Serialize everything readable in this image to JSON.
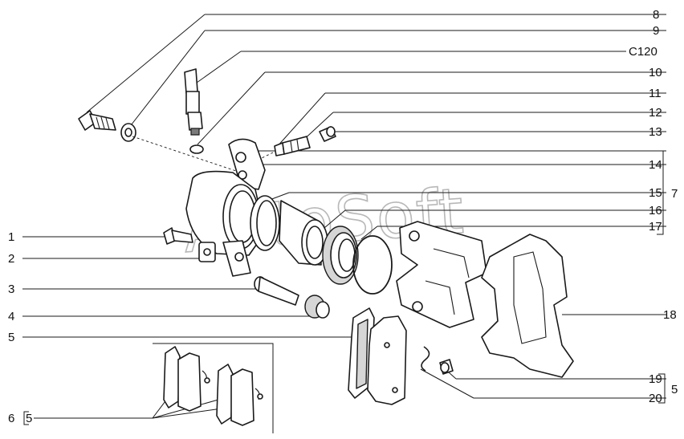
{
  "watermark": "AutoSoft",
  "callouts": {
    "c1": "1",
    "c2": "2",
    "c3": "3",
    "c4": "4",
    "c5": "5",
    "c6": "6",
    "c6sub": "5",
    "c7": "7",
    "c8": "8",
    "c9": "9",
    "c120": "C120",
    "c10": "10",
    "c11": "11",
    "c12": "12",
    "c13": "13",
    "c14": "14",
    "c15": "15",
    "c16": "16",
    "c17": "17",
    "c18": "18",
    "c19": "19",
    "c20": "20",
    "c5b": "5"
  }
}
